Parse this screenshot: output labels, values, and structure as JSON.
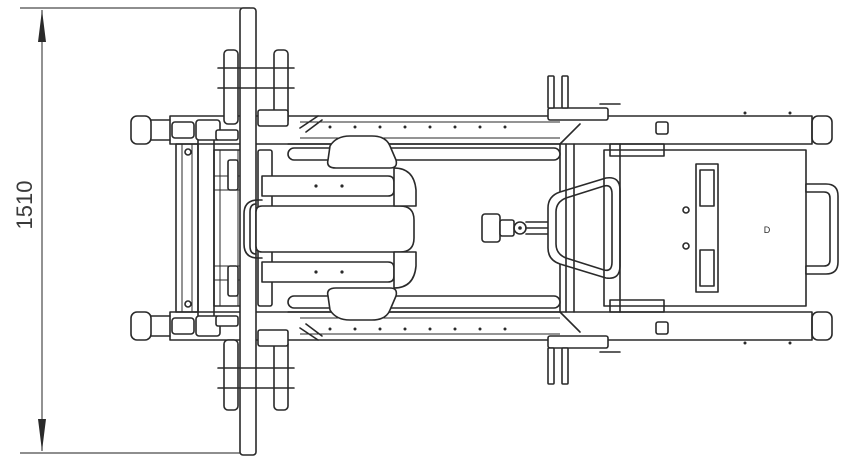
{
  "drawing": {
    "dimension_label": "1510",
    "mark_d": "D",
    "mark_o_upper": "O",
    "mark_o_lower": "O",
    "line_color": "#2a2a2a",
    "background": "#ffffff"
  }
}
